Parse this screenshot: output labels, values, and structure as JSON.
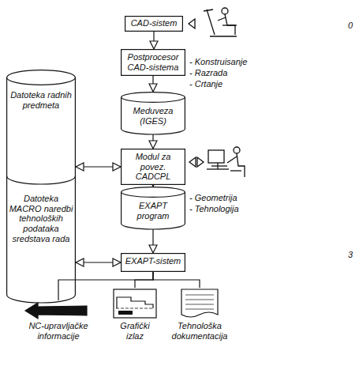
{
  "diagram": {
    "nodes": [
      {
        "text": [
          "CAD-sistem"
        ]
      },
      {
        "text": [
          "Postprocesor CAD-sistema"
        ]
      },
      {
        "text": [
          "Meduveza (IGES)"
        ]
      },
      {
        "text": [
          "Datoteka radnih predmeta"
        ]
      },
      {
        "text": [
          "Modul za povez. CADCPL"
        ]
      },
      {
        "text": [
          "Datoteka MACRO naredbi tehnoloških podataka sredstava rada"
        ]
      },
      {
        "text": [
          "EXAPT program"
        ]
      },
      {
        "text": [
          "EXAPT-sistem"
        ]
      },
      {
        "text": [
          "NC-upravljačke informacije"
        ]
      },
      {
        "text": [
          "Grafički izlaz"
        ]
      },
      {
        "text": [
          "Tehnološka dokumentacija"
        ]
      }
    ],
    "edges": [
      {
        "from": 0,
        "to": 1,
        "arrow": "to"
      },
      {
        "from": 1,
        "to": 2,
        "arrow": "to"
      },
      {
        "from": 2,
        "to": 4,
        "arrow": "to"
      },
      {
        "from": 4,
        "to": 3,
        "arrow": "both"
      },
      {
        "from": 4,
        "to": 6,
        "arrow": "to"
      },
      {
        "from": 6,
        "to": 7,
        "arrow": "to"
      },
      {
        "from": 7,
        "to": 5,
        "arrow": "both"
      },
      {
        "from": 7,
        "to": 8,
        "arrow": "none"
      },
      {
        "from": 7,
        "to": 9,
        "arrow": "none"
      },
      {
        "from": 7,
        "to": 10,
        "arrow": "none"
      }
    ],
    "labels": [
      "- Konstruisanje",
      "- Razrada",
      "- Crtanje",
      "- Geometrija",
      "- Tehnologija",
      "0",
      "3"
    ]
  }
}
